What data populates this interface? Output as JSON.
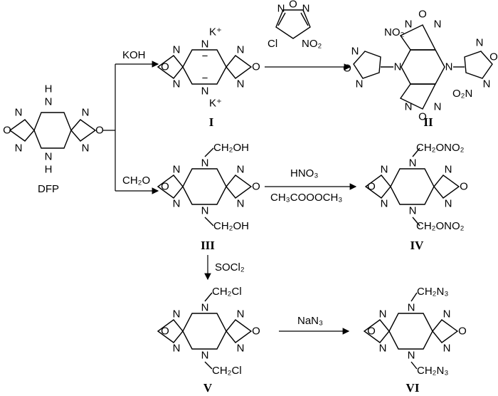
{
  "reaction_scheme": {
    "start_label": "DFP",
    "compound_labels": {
      "I": "I",
      "II": "II",
      "III": "III",
      "IV": "IV",
      "V": "V",
      "VI": "VI"
    },
    "reagents": {
      "koh": "KOH",
      "ch2o": "CH₂O",
      "chloronitrofurazan_cl": "Cl",
      "chloronitrofurazan_no2": "NO₂",
      "hno3": "HNO₃",
      "acetyl_nitrate": "CH₃COOOCH₃",
      "socl2": "SOCl₂",
      "nan3": "NaN₃"
    },
    "substituents": {
      "h": "H",
      "k_plus": "K⁺",
      "minus": "−",
      "no2": "NO₂",
      "o2n": "O₂N",
      "ch2oh": "CH₂OH",
      "ch2ono2": "CH₂ONO₂",
      "ch2cl": "CH₂Cl",
      "ch2n3": "CH₂N₃"
    },
    "atoms": {
      "N": "N",
      "O": "O"
    }
  }
}
